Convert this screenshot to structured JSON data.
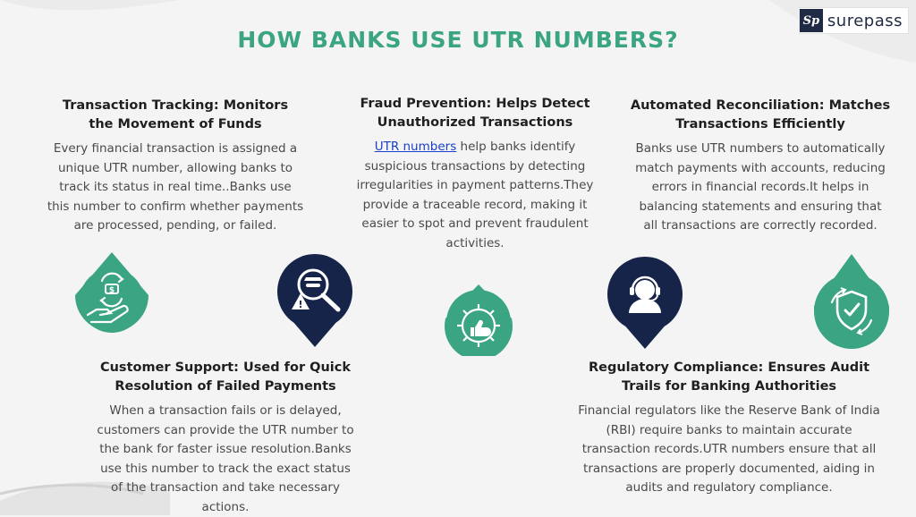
{
  "logo": {
    "mark": "Sp",
    "word": "surepass"
  },
  "title": "HOW BANKS USE UTR NUMBERS?",
  "colors": {
    "accent": "#3aa483",
    "navy": "#17244a",
    "link": "#1a3fc9"
  },
  "blocks": {
    "tracking": {
      "heading": "Transaction Tracking: Monitors the Movement of Funds",
      "body": "Every financial transaction is assigned a unique UTR number, allowing banks to track its status in real time..Banks use this number to confirm whether payments are processed, pending, or failed."
    },
    "fraud": {
      "heading": "Fraud Prevention: Helps Detect Unauthorized Transactions",
      "link_text": "UTR numbers",
      "body": " help banks identify suspicious transactions by detecting irregularities in payment patterns.They provide a traceable record, making it easier to spot and prevent fraudulent activities."
    },
    "reconciliation": {
      "heading": "Automated Reconciliation: Matches Transactions Efficiently",
      "body": "Banks use UTR numbers to automatically match payments with accounts, reducing errors in financial records.It helps in balancing statements and ensuring that all transactions are correctly recorded."
    },
    "support": {
      "heading": "Customer Support: Used for Quick Resolution of Failed Payments",
      "body": "When a transaction fails or is delayed, customers can provide the UTR number to the bank for faster issue resolution.Banks use this number to track the exact status of the transaction and take necessary actions."
    },
    "compliance": {
      "heading": "Regulatory Compliance: Ensures Audit Trails for Banking Authorities",
      "body": "Financial regulators like the Reserve Bank of India (RBI) require banks to maintain accurate transaction records.UTR numbers ensure that all transactions are properly documented, aiding in audits and regulatory compliance."
    }
  },
  "icons": [
    "money-cycle-hand-icon",
    "fraud-detective-icon",
    "thumbs-up-gear-icon",
    "support-headset-icon",
    "shield-check-icon"
  ]
}
